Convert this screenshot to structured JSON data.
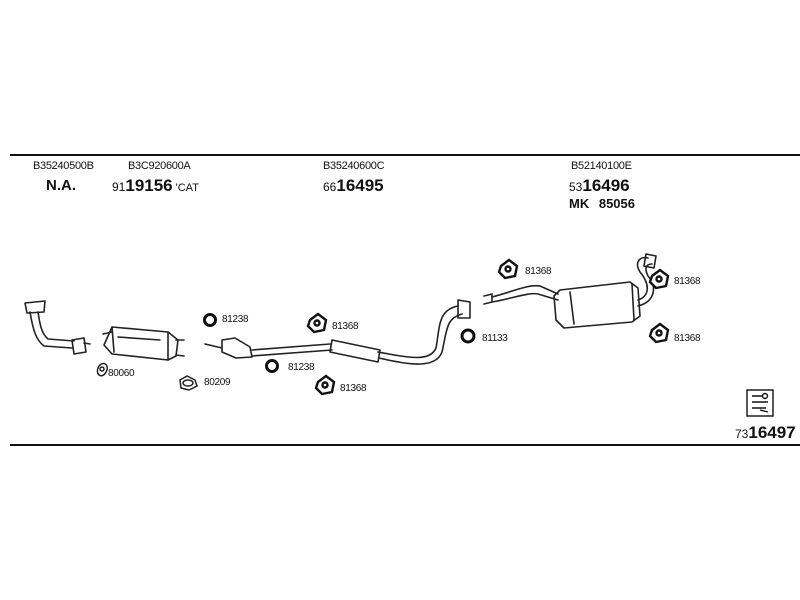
{
  "header": {
    "oem_numbers": [
      "B35240500B",
      "B3C920600A",
      "B35240600C",
      "B52140100E"
    ],
    "front_pipe_label": "N.A.",
    "catalyst": {
      "prefix": "91",
      "number": "19156",
      "suffix": "'CAT"
    },
    "center_pipe": {
      "prefix": "66",
      "number": "16495"
    },
    "rear_muffler": {
      "prefix": "53",
      "number": "16496"
    },
    "mounting_kit": {
      "prefix": "MK",
      "number": "85056"
    }
  },
  "parts": {
    "gasket_80060": "80060",
    "gasket_80209": "80209",
    "ring_81238_top": "81238",
    "ring_81238_bottom": "81238",
    "hanger_81368_center": "81368",
    "hanger_81368_bottom": "81368",
    "hanger_81368_rear_top": "81368",
    "hanger_81368_tail": "81368",
    "hanger_81368_rear_bottom": "81368",
    "ring_81133": "81133"
  },
  "footer": {
    "prefix": "73",
    "number": "16497"
  },
  "icons": [
    "gasket-icon",
    "o-ring-icon",
    "rubber-hanger-icon",
    "kit-box-icon"
  ]
}
